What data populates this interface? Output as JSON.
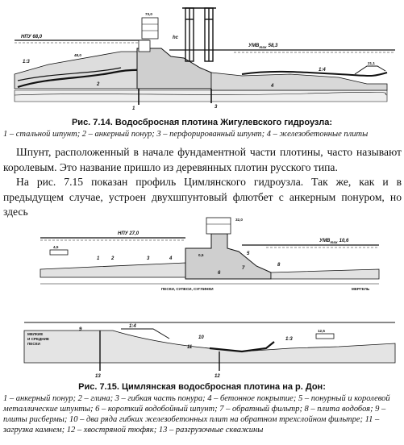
{
  "figure_714": {
    "labels": {
      "npu": "НПУ 68,0",
      "elev_73": "73,0",
      "hc": "hс",
      "umv": "УМВ",
      "umv_sub": "max",
      "umv_val": "58,3",
      "slope_upstream": "1:3",
      "slope_downstream": "1:4",
      "elev_21": "21,1",
      "elev_48": "48,0",
      "num1": "1",
      "num2": "2",
      "num3": "3",
      "num4": "4"
    },
    "caption_title": "Рис. 7.14. Водосбросная плотина Жигулевского гидроузла:",
    "caption_legend": "1 – стальной шпунт; 2 – анкерный понур; 3 – перфорированный шпунт; 4 – железобетонные плиты"
  },
  "body_text": {
    "p1": "Шпунт, расположенный в начале фундаментной части плотины, часто называют королевым. Это название пришло из деревянных плотин русского типа.",
    "p2": "На рис. 7.15 показан профиль Цимлянского гидроузла. Так же, как и в предыдущем случае, устроен двухшпунтовый флютбет с анкерным понуром, но здесь"
  },
  "figure_715": {
    "labels": {
      "npu": "НПУ 27,0",
      "elev_32": "32,0",
      "umv": "УМВ",
      "umv_sub": "max",
      "umv_val": "10,6",
      "elev_45": "4,5",
      "elev_05": "0,5",
      "soils": "ПЕСКИ, СУПЕСИ, СУГЛИНКИ",
      "mergel": "МЕРГЕЛЬ",
      "num1": "1",
      "num2": "2",
      "num3": "3",
      "num4": "4",
      "num5": "5",
      "num6": "6",
      "num7": "7",
      "num8": "8",
      "num9": "9",
      "num10": "10",
      "num11": "11",
      "num12": "12",
      "num13": "13",
      "side_label_1": "МЕЛКИЕ",
      "side_label_2": "И СРЕДНИЕ",
      "side_label_3": "ПЕСКИ",
      "elev_125": "12,5",
      "slope_upstream": "1:4",
      "slope_downstream": "1:3"
    },
    "caption_title": "Рис. 7.15. Цимлянская водосбросная плотина на р. Дон:",
    "caption_legend": "1 – анкерный понур; 2 – глина; 3 – гибкая часть понура; 4 – бетонное покрытие; 5 – понурный и королевой металлические шпунты; 6 – короткий водобойный шпунт; 7 – обратный фильтр; 8 – плита водобоя; 9 – плиты рисбермы; 10 – два ряда гибких железобетонных плит на обратном трехслойном фильтре; 11 – загрузка камнем; 12 – хвостряной тюфяк; 13 – разгрузочные скважины"
  }
}
